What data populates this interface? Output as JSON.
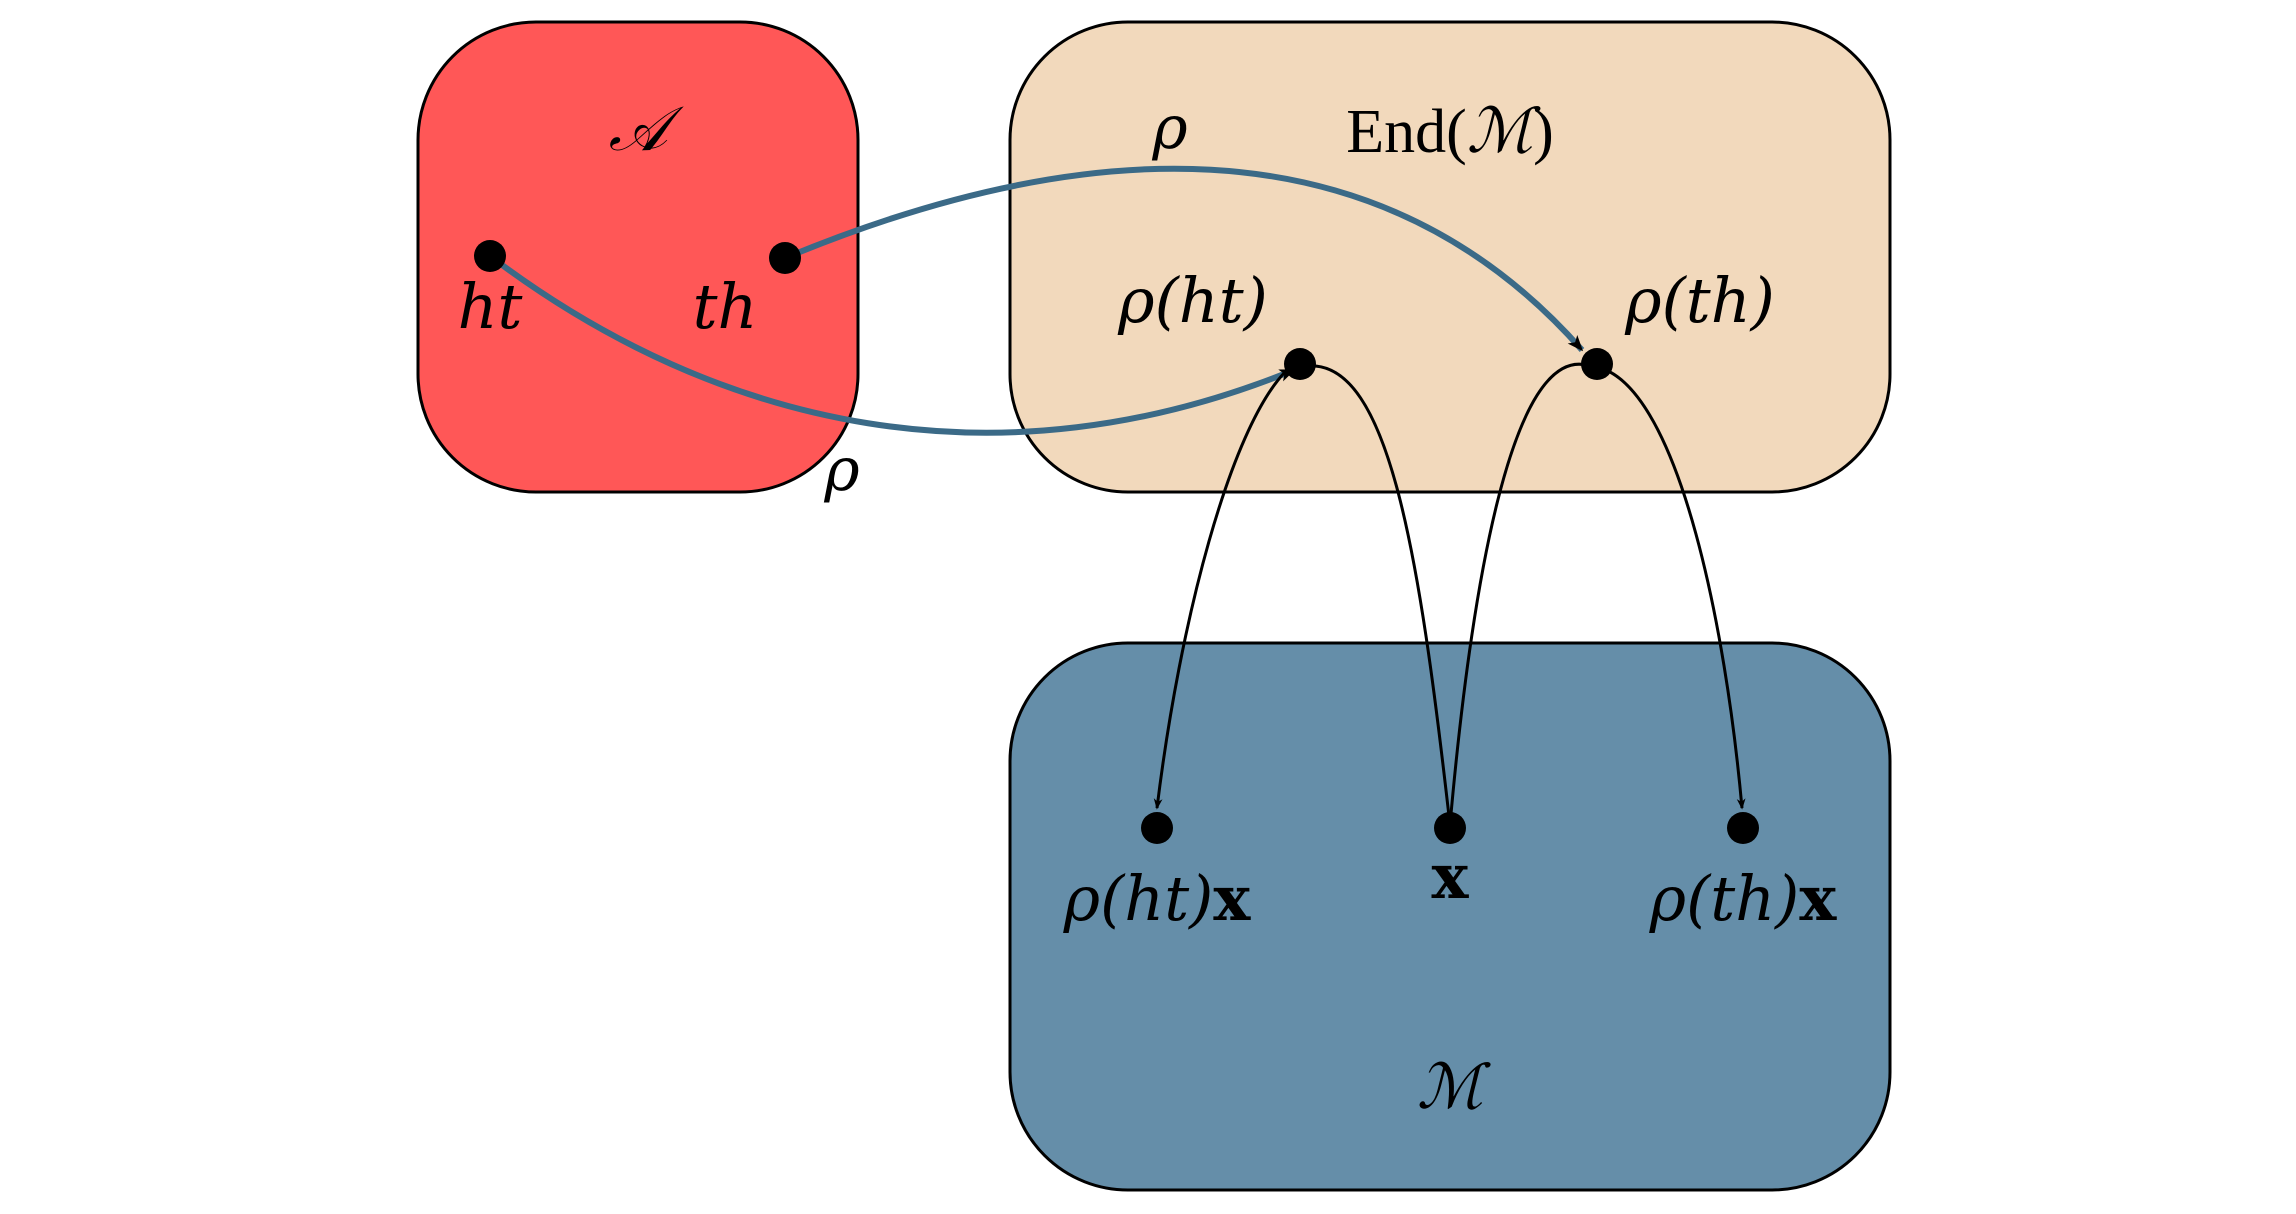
{
  "colors": {
    "algebra_fill": "#ff5757",
    "end_fill": "#f2d9bc",
    "module_fill": "#658ea9",
    "rho_arrow": "#3b6a87",
    "outline": "#000000",
    "dot": "#000000"
  },
  "boxes": {
    "algebra": {
      "label": "𝒜"
    },
    "end": {
      "label_prefix": "End(",
      "label_sym": "ℳ",
      "label_suffix": ")"
    },
    "module": {
      "label": "ℳ"
    }
  },
  "nodes": {
    "ht": {
      "label": "ht"
    },
    "th": {
      "label": "th"
    },
    "rho_ht": {
      "label": "ρ(ht)"
    },
    "rho_th": {
      "label": "ρ(th)"
    },
    "rho_ht_x": {
      "label": "ρ(ht)",
      "bold": "x"
    },
    "x": {
      "label": "x"
    },
    "rho_th_x": {
      "label": "ρ(th)",
      "bold": "x"
    }
  },
  "arrows": {
    "rho_top": {
      "label": "ρ"
    },
    "rho_bottom": {
      "label": "ρ"
    }
  }
}
